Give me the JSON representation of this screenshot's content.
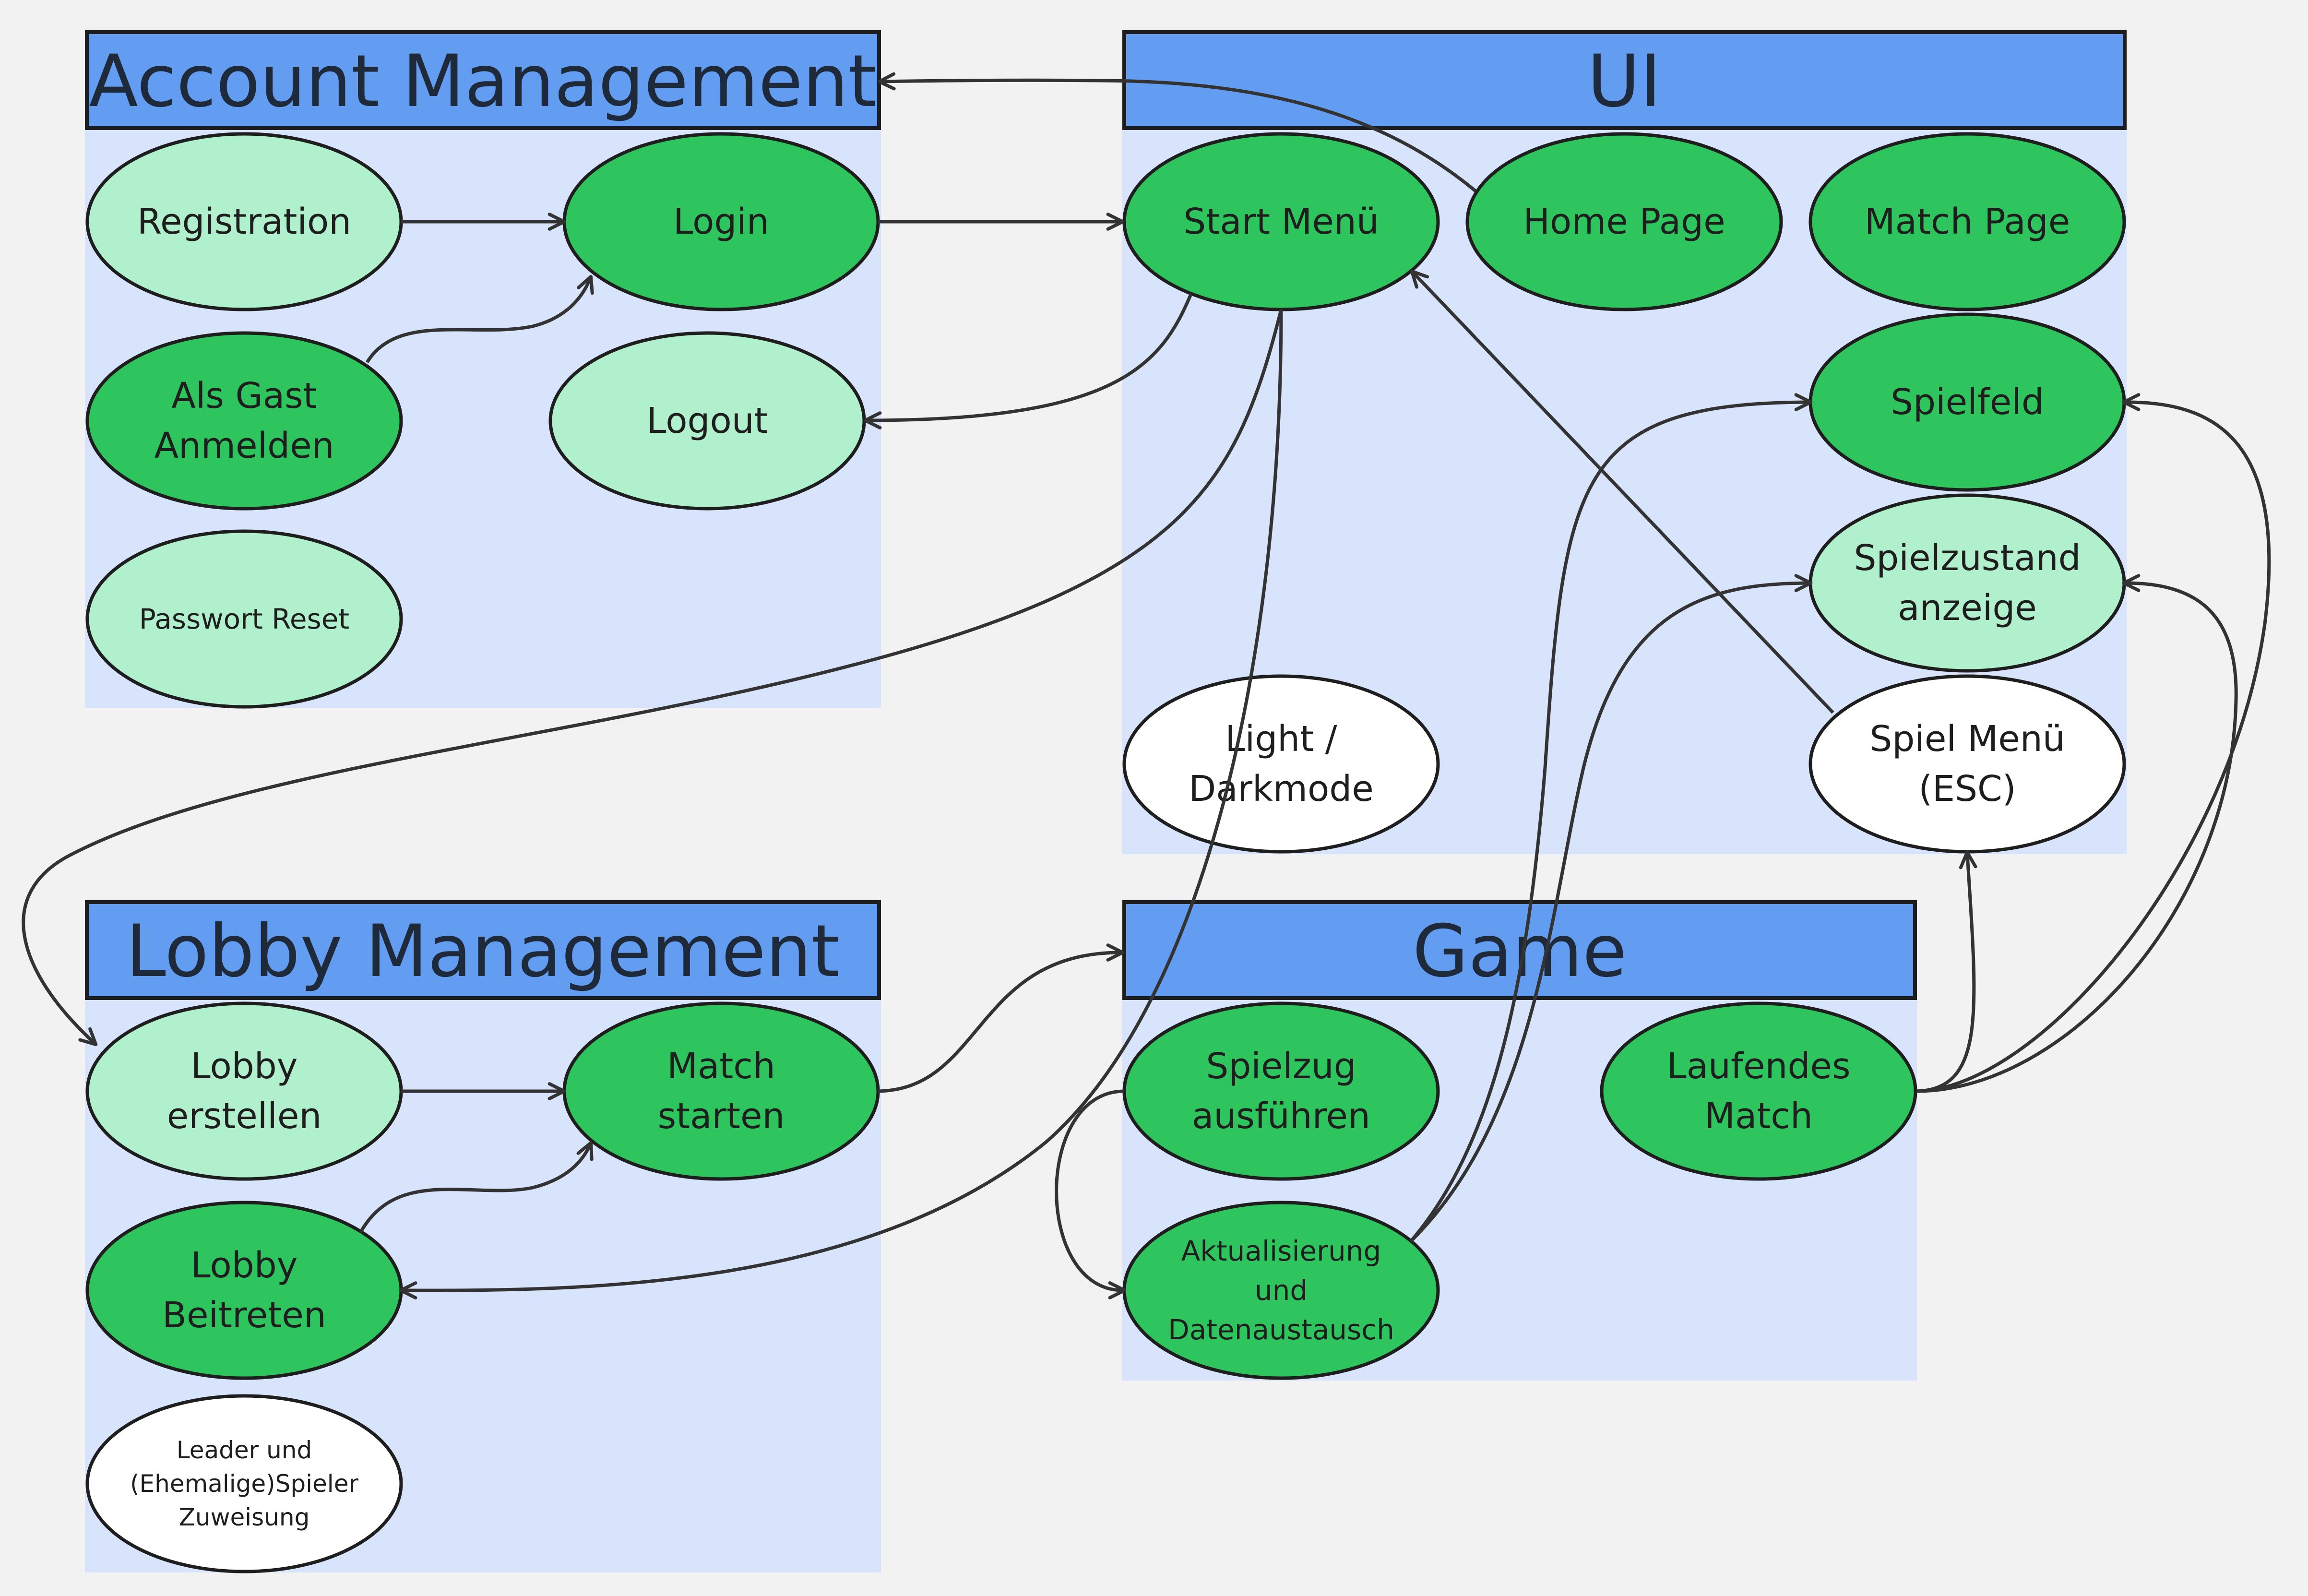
{
  "groups": {
    "account": {
      "title": "Account Management"
    },
    "ui": {
      "title": "UI"
    },
    "lobby": {
      "title": "Lobby Management"
    },
    "game": {
      "title": "Game"
    }
  },
  "nodes": {
    "registration": {
      "label": [
        "Registration"
      ]
    },
    "login": {
      "label": [
        "Login"
      ]
    },
    "gast": {
      "label": [
        "Als Gast",
        "Anmelden"
      ]
    },
    "logout": {
      "label": [
        "Logout"
      ]
    },
    "passwort": {
      "label": [
        "Passwort Reset"
      ]
    },
    "startmenu": {
      "label": [
        "Start Menü"
      ]
    },
    "homepage": {
      "label": [
        "Home Page"
      ]
    },
    "matchpage": {
      "label": [
        "Match Page"
      ]
    },
    "spielfeld": {
      "label": [
        "Spielfeld"
      ]
    },
    "spielzustand": {
      "label": [
        "Spielzustand",
        "anzeige"
      ]
    },
    "lightdark": {
      "label": [
        "Light /",
        "Darkmode"
      ]
    },
    "spielmenu": {
      "label": [
        "Spiel Menü",
        "(ESC)"
      ]
    },
    "lobbyerstellen": {
      "label": [
        "Lobby",
        "erstellen"
      ]
    },
    "matchstarten": {
      "label": [
        "Match",
        "starten"
      ]
    },
    "lobbybeitreten": {
      "label": [
        "Lobby",
        "Beitreten"
      ]
    },
    "leader": {
      "label": [
        "Leader und",
        "(Ehemalige)Spieler",
        "Zuweisung"
      ]
    },
    "spielzug": {
      "label": [
        "Spielzug",
        "ausführen"
      ]
    },
    "aktualisierung": {
      "label": [
        "Aktualisierung",
        "und",
        "Datenaustausch"
      ]
    },
    "laufendes": {
      "label": [
        "Laufendes",
        "Match"
      ]
    }
  },
  "colors": {
    "header": "#639df2",
    "group_background": "#d8e4fb",
    "node_dark_green": "#2fc55e",
    "node_light_green": "#b0f0cc",
    "node_white": "#ffffff",
    "edge": "#333333",
    "page_background": "#f2f2f2"
  }
}
